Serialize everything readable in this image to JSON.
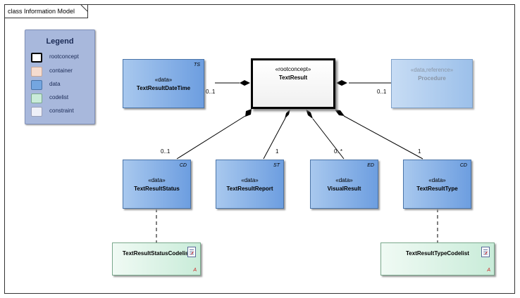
{
  "diagram": {
    "frame_label": "class Information Model"
  },
  "legend": {
    "title": "Legend",
    "items": [
      {
        "label": "rootconcept",
        "color": "#ffffff",
        "border": "#000000"
      },
      {
        "label": "container",
        "color": "#f6dccf",
        "border": "#c8a898"
      },
      {
        "label": "data",
        "color": "#74a6e0",
        "border": "#4a74a8"
      },
      {
        "label": "codelist",
        "color": "#c9ecd9",
        "border": "#7aa88c"
      },
      {
        "label": "constraint",
        "color": "#eef0f8",
        "border": "#9aa0b8"
      }
    ]
  },
  "classes": {
    "root": {
      "stereotype": "«rootconcept»",
      "name": "TextResult"
    },
    "datetime": {
      "stereotype": "«data»",
      "name": "TextResultDateTime",
      "tag": "TS"
    },
    "procedure": {
      "stereotype": "«data,reference»",
      "name": "Procedure"
    },
    "status": {
      "stereotype": "«data»",
      "name": "TextResultStatus",
      "tag": "CD"
    },
    "report": {
      "stereotype": "«data»",
      "name": "TextResultReport",
      "tag": "ST"
    },
    "visual": {
      "stereotype": "«data»",
      "name": "VisualResult",
      "tag": "ED"
    },
    "type": {
      "stereotype": "«data»",
      "name": "TextResultType",
      "tag": "CD"
    },
    "status_codelist": {
      "name": "TextResultStatusCodelist",
      "abstract_mark": "A"
    },
    "type_codelist": {
      "name": "TextResultTypeCodelist",
      "abstract_mark": "A"
    }
  },
  "multiplicities": {
    "datetime": "0..1",
    "procedure": "0..1",
    "status": "0..1",
    "report": "1",
    "visual": "0..*",
    "type": "1"
  }
}
